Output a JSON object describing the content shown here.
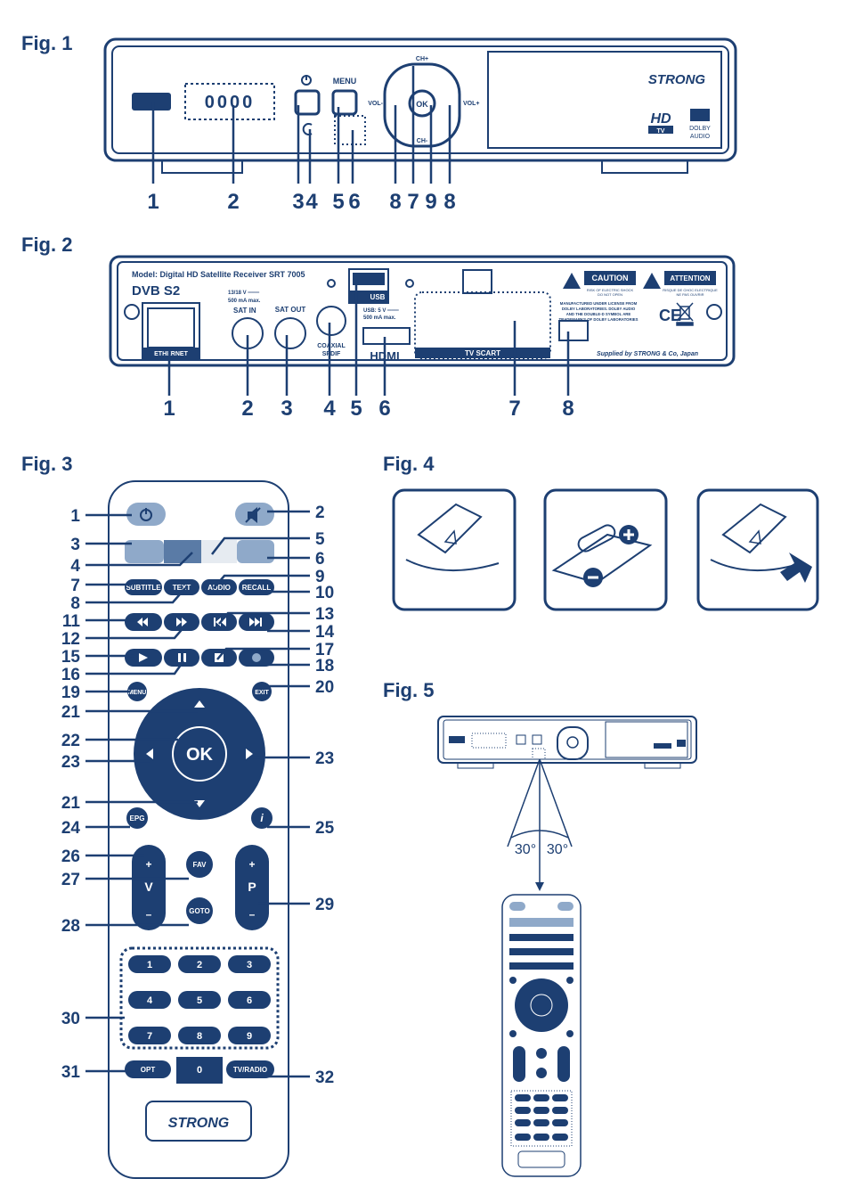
{
  "figures": {
    "fig1": "Fig. 1",
    "fig2": "Fig. 2",
    "fig3": "Fig. 3",
    "fig4": "Fig. 4",
    "fig5": "Fig. 5"
  },
  "fig1": {
    "display": "0000",
    "menu_label": "MENU",
    "ch_up": "CH+",
    "ch_down": "CH-",
    "vol_minus": "VOL-",
    "vol_plus": "VOL+",
    "ok": "OK",
    "brand": "STRONG",
    "hd": "HD",
    "tv": "TV",
    "dolby": "DOLBY",
    "audio": "AUDIO",
    "callouts": [
      "1",
      "2",
      "3",
      "4",
      "5",
      "6",
      "8",
      "7",
      "9",
      "8"
    ]
  },
  "fig2": {
    "model": "Model: Digital HD Satellite Receiver SRT 7005",
    "dvb": "DVB S2",
    "sat_spec1": "13/18 V ═══",
    "sat_spec2": "500 mA max.",
    "sat_in": "SAT IN",
    "sat_out": "SAT OUT",
    "coaxial": "COAXIAL",
    "spdif": "SPDIF",
    "usb": "USB",
    "usb_spec1": "USB: 5 V ═══",
    "usb_spec2": "500 mA max.",
    "hdmi": "HDMI",
    "scart": "TV SCART",
    "ethernet": "ETHERNET",
    "caution": "CAUTION",
    "caution_sub1": "RISK OF ELECTRIC SHOCK",
    "caution_sub2": "DO NOT OPEN",
    "attention": "ATTENTION",
    "attention_sub1": "RISQUE DE CHOC ELECTRIQUE",
    "attention_sub2": "NE PAS OUVRIR",
    "license1": "MANUFACTURED UNDER LICENSE FROM",
    "license2": "DOLBY LABORATORIES. DOLBY AUDIO",
    "license3": "AND THE DOUBLE-D SYMBOL ARE",
    "license4": "TRADEMARKS OF DOLBY LABORATORIES",
    "ce": "CE",
    "supplied": "Supplied by STRONG & Co, Japan",
    "callouts": [
      "1",
      "2",
      "3",
      "4",
      "5",
      "6",
      "7",
      "8"
    ]
  },
  "fig3": {
    "buttons": {
      "subtitle": "SUBTITLE",
      "text": "TEXT",
      "audio": "AUDIO",
      "recall": "RECALL",
      "menu": "MENU",
      "exit": "EXIT",
      "ok": "OK",
      "epg": "EPG",
      "info": "i",
      "fav": "FAV",
      "goto": "GOTO",
      "v": "V",
      "p": "P",
      "plus": "+",
      "minus": "–",
      "opt": "OPT",
      "tvradio": "TV/RADIO",
      "brand": "STRONG",
      "digits": [
        "1",
        "2",
        "3",
        "4",
        "5",
        "6",
        "7",
        "8",
        "9",
        "0"
      ]
    },
    "callouts_left": [
      "1",
      "3",
      "4",
      "7",
      "8",
      "11",
      "12",
      "15",
      "16",
      "19",
      "21",
      "22",
      "23",
      "21",
      "24",
      "26",
      "27",
      "28",
      "30",
      "31"
    ],
    "callouts_right": [
      "2",
      "5",
      "6",
      "9",
      "10",
      "13",
      "14",
      "17",
      "18",
      "20",
      "23",
      "25",
      "29",
      "32"
    ]
  },
  "fig5": {
    "angle_left": "30°",
    "angle_right": "30°"
  },
  "colors": {
    "primary": "#1d3f72",
    "red": "#c94a4a",
    "green": "#3e7a5a",
    "yellow": "#d9d9d9",
    "blue": "#8fa9c9"
  }
}
